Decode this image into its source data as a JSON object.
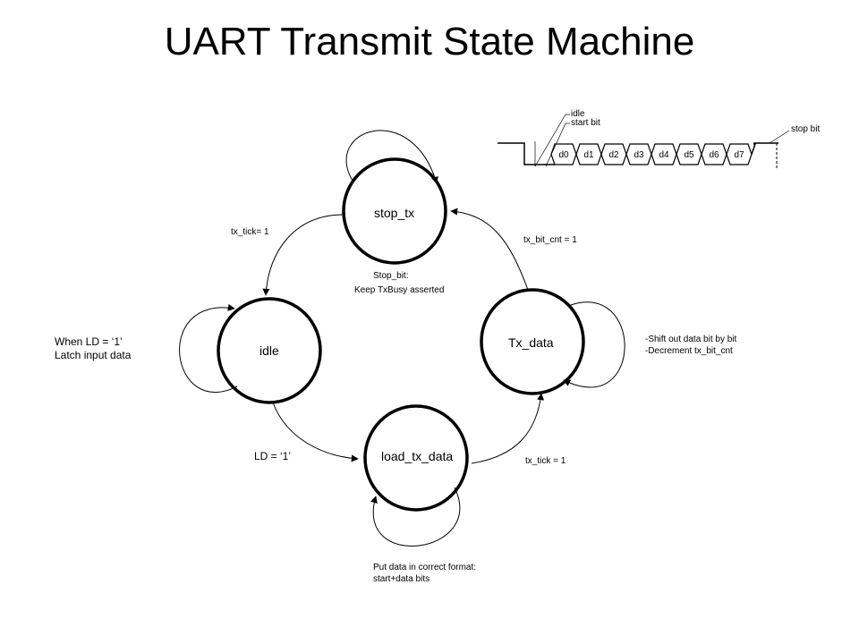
{
  "title": "UART Transmit State Machine",
  "states": {
    "stop_tx": "stop_tx",
    "idle": "idle",
    "tx_data": "Tx_data",
    "load_tx_data": "load_tx_data"
  },
  "transitions": {
    "stop_to_idle": "tx_tick= 1",
    "txdata_to_stop": "tx_bit_cnt = 1",
    "idle_to_load": "LD = ‘1’",
    "load_to_txdata": "tx_tick = 1"
  },
  "annotations": {
    "stop_line1": "Stop_bit:",
    "stop_line2": "Keep TxBusy asserted",
    "idle_line1": "When LD = ‘1’",
    "idle_line2": "Latch input data",
    "txdata_line1": "-Shift out data bit by bit",
    "txdata_line2": "-Decrement tx_bit_cnt",
    "load_line1": "Put data in correct format:",
    "load_line2": "start+data bits"
  },
  "timing_diagram": {
    "idle_label": "idle",
    "start_label": "start bit",
    "stop_label": "stop bit",
    "bits": [
      "d0",
      "d1",
      "d2",
      "d3",
      "d4",
      "d5",
      "d6",
      "d7"
    ]
  }
}
